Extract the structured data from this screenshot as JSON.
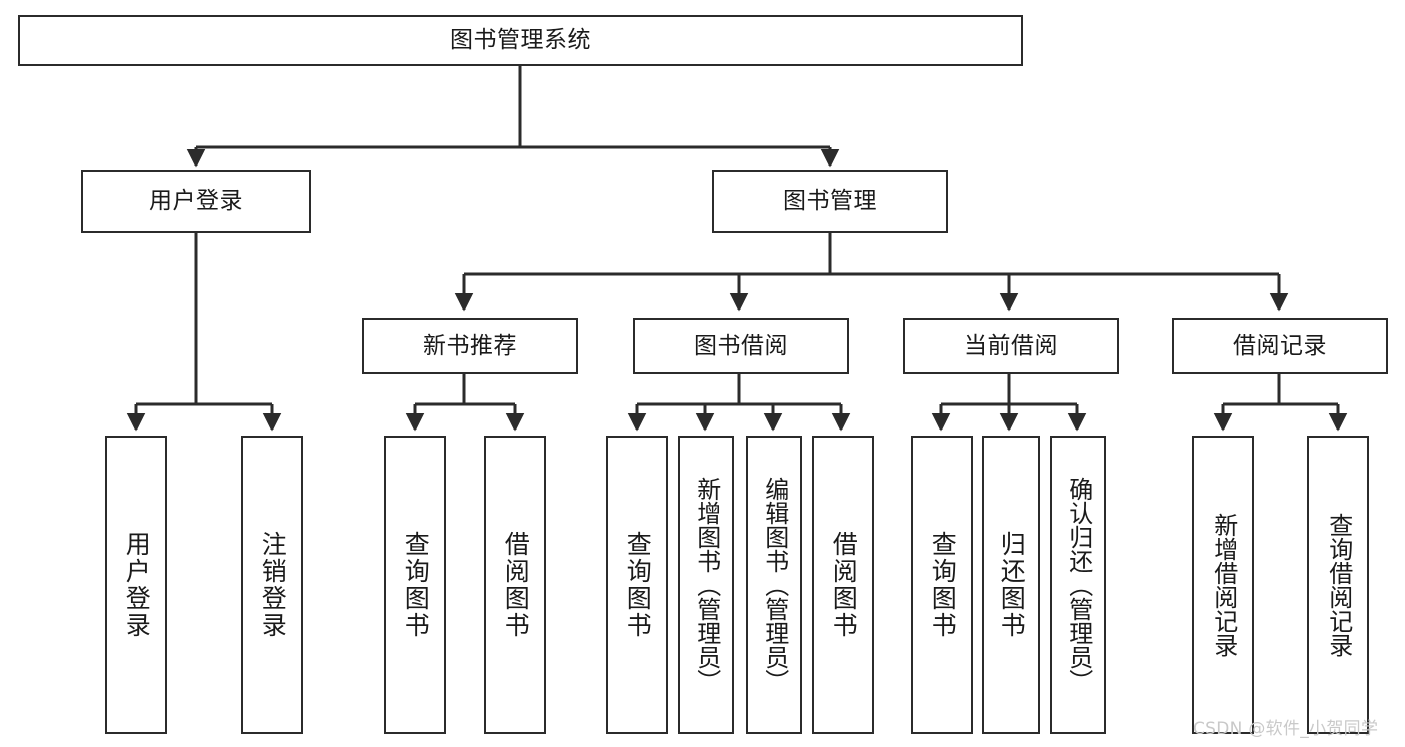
{
  "diagram": {
    "type": "tree-hierarchy",
    "title": "图书管理系统",
    "orientation": "top-down",
    "line_color": "#2b2b2b",
    "box_fill": "#ffffff",
    "text_color": "#1a1a1a",
    "watermark": "CSDN @软件_小贺同学"
  },
  "nodes": {
    "root": {
      "label": "图书管理系统"
    },
    "level1": [
      {
        "label": "用户登录"
      },
      {
        "label": "图书管理"
      }
    ],
    "level2": [
      {
        "label": "新书推荐"
      },
      {
        "label": "图书借阅"
      },
      {
        "label": "当前借阅"
      },
      {
        "label": "借阅记录"
      }
    ],
    "leaves": {
      "user_login": [
        {
          "label": "用户登录"
        },
        {
          "label": "注销登录"
        }
      ],
      "new_book": [
        {
          "label": "查询图书"
        },
        {
          "label": "借阅图书"
        }
      ],
      "book_borrow": [
        {
          "label": "查询图书"
        },
        {
          "label": "新增图书（管理员）"
        },
        {
          "label": "编辑图书（管理员）"
        },
        {
          "label": "借阅图书"
        }
      ],
      "current_borrow": [
        {
          "label": "查询图书"
        },
        {
          "label": "归还图书"
        },
        {
          "label": "确认归还（管理员）"
        }
      ],
      "borrow_record": [
        {
          "label": "新增借阅记录"
        },
        {
          "label": "查询借阅记录"
        }
      ]
    }
  }
}
